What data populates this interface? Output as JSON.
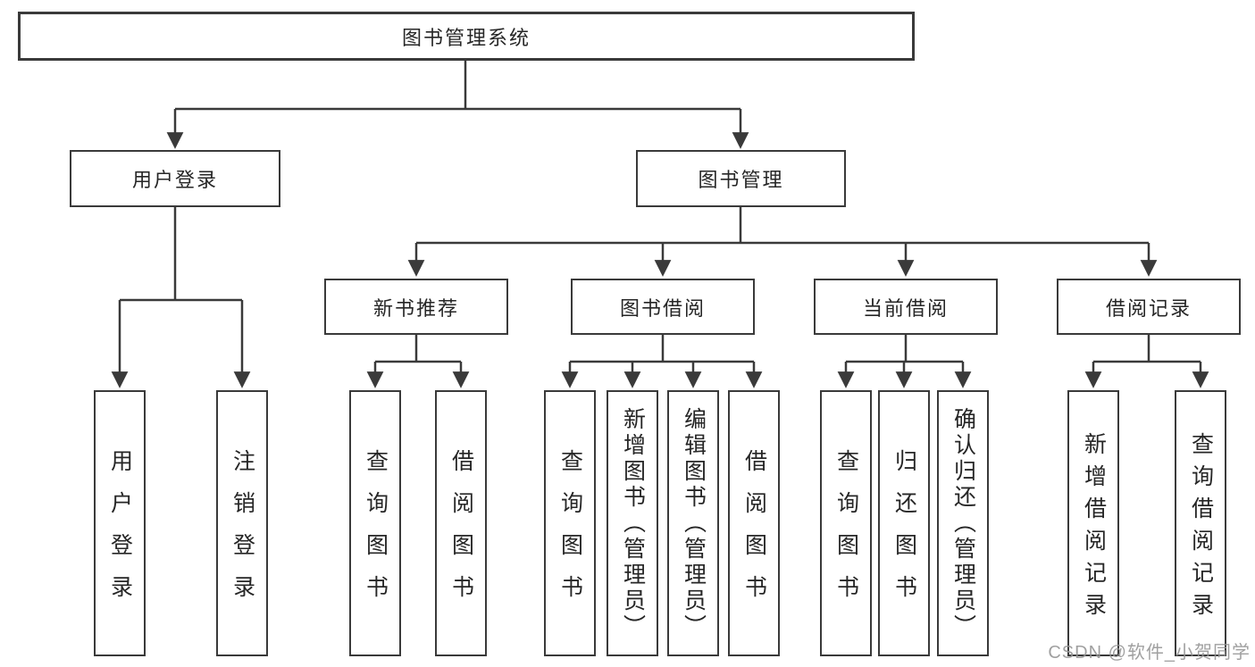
{
  "diagram": {
    "root": {
      "label": "图书管理系统"
    },
    "branches": [
      {
        "label": "用户登录",
        "children": [
          {
            "label": "用户登录"
          },
          {
            "label": "注销登录"
          }
        ]
      },
      {
        "label": "图书管理",
        "children": [
          {
            "label": "新书推荐",
            "children": [
              {
                "label": "查询图书"
              },
              {
                "label": "借阅图书"
              }
            ]
          },
          {
            "label": "图书借阅",
            "children": [
              {
                "label": "查询图书"
              },
              {
                "label": "新增图书（管理员）"
              },
              {
                "label": "编辑图书（管理员）"
              },
              {
                "label": "借阅图书"
              }
            ]
          },
          {
            "label": "当前借阅",
            "children": [
              {
                "label": "查询图书"
              },
              {
                "label": "归还图书"
              },
              {
                "label": "确认归还（管理员）"
              }
            ]
          },
          {
            "label": "借阅记录",
            "children": [
              {
                "label": "新增借阅记录"
              },
              {
                "label": "查询借阅记录"
              }
            ]
          }
        ]
      }
    ]
  },
  "watermark": {
    "text": "CSDN @软件_小贺同学"
  },
  "colors": {
    "line": "#3a3a3a",
    "text": "#262626",
    "background": "#ffffff",
    "watermark": "#969696"
  }
}
